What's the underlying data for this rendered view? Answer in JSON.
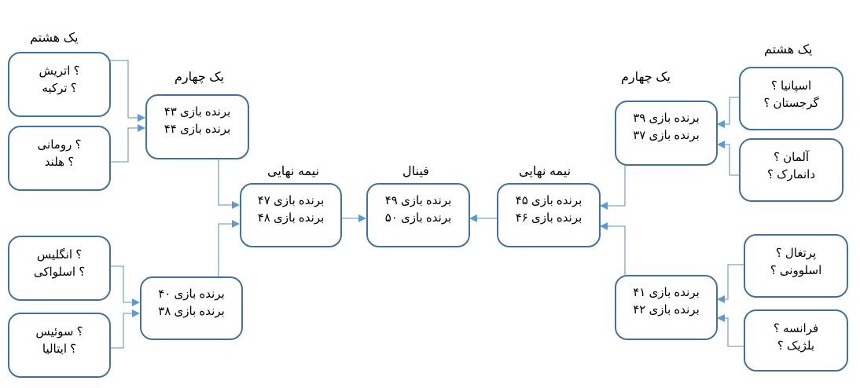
{
  "labels": {
    "round_of_16": "یک هشتم",
    "quarter_final": "یک چهارم",
    "semi_final": "نیمه نهایی",
    "final": "فینال"
  },
  "left": {
    "r16": [
      {
        "team1": "؟ اتریش",
        "team2": "؟ ترکیه"
      },
      {
        "team1": "؟ رومانی",
        "team2": "؟ هلند"
      },
      {
        "team1": "؟ انگلیس",
        "team2": "؟ اسلواکی"
      },
      {
        "team1": "؟ سوئیس",
        "team2": "؟ ایتالیا"
      }
    ],
    "qf": [
      {
        "line1": "برنده بازی ۴۳",
        "line2": "برنده بازی ۴۴"
      },
      {
        "line1": "برنده بازی ۴۰",
        "line2": "برنده بازی ۳۸"
      }
    ],
    "sf": {
      "line1": "برنده بازی ۴۷",
      "line2": "برنده بازی ۴۸"
    }
  },
  "final": {
    "line1": "برنده بازی ۴۹",
    "line2": "برنده بازی ۵۰"
  },
  "right": {
    "sf": {
      "line1": "برنده بازی ۴۵",
      "line2": "برنده بازی ۴۶"
    },
    "qf": [
      {
        "line1": "برنده بازی ۳۹",
        "line2": "برنده بازی ۳۷"
      },
      {
        "line1": "برنده بازی ۴۱",
        "line2": "برنده بازی ۴۲"
      }
    ],
    "r16": [
      {
        "team1": "اسپانیا ؟",
        "team2": "گرجستان ؟"
      },
      {
        "team1": "آلمان ؟",
        "team2": "دانمارک ؟"
      },
      {
        "team1": "پرتغال ؟",
        "team2": "اسلوونی ؟"
      },
      {
        "team1": "فرانسه ؟",
        "team2": "بلژیک ؟"
      }
    ]
  },
  "colors": {
    "box_border": "#41719c",
    "connector": "#7fa3c8",
    "arrow": "#5b9bd5"
  }
}
